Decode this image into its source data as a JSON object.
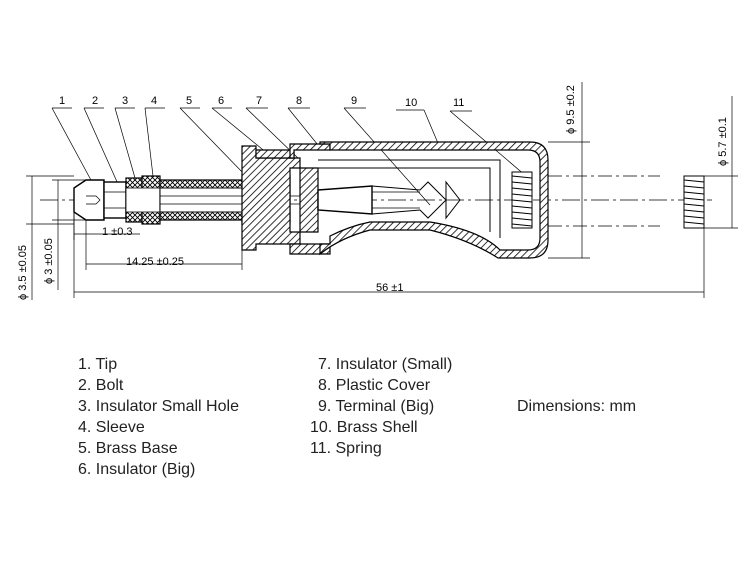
{
  "part_numbers": [
    "1",
    "2",
    "3",
    "4",
    "5",
    "6",
    "7",
    "8",
    "9",
    "10",
    "11"
  ],
  "dimensions": {
    "d95": "ϕ 9.5 ±0.2",
    "d57": "ϕ 5.7 ±0.1",
    "d35": "ϕ 3.5 ±0.05",
    "d3": "ϕ 3 ±0.05",
    "tip_len": "1 ±0.3",
    "base_len": "14.25 ±0.25",
    "total_len": "56 ±1"
  },
  "legend": {
    "left": [
      "1. Tip",
      "2. Bolt",
      "3. Insulator Small Hole",
      "4. Sleeve",
      "5. Brass Base",
      "6. Insulator (Big)"
    ],
    "middle": [
      "7. Insulator (Small)",
      "8. Plastic Cover",
      "9. Terminal (Big)",
      "10. Brass Shell",
      "11. Spring"
    ],
    "units": "Dimensions: mm"
  }
}
